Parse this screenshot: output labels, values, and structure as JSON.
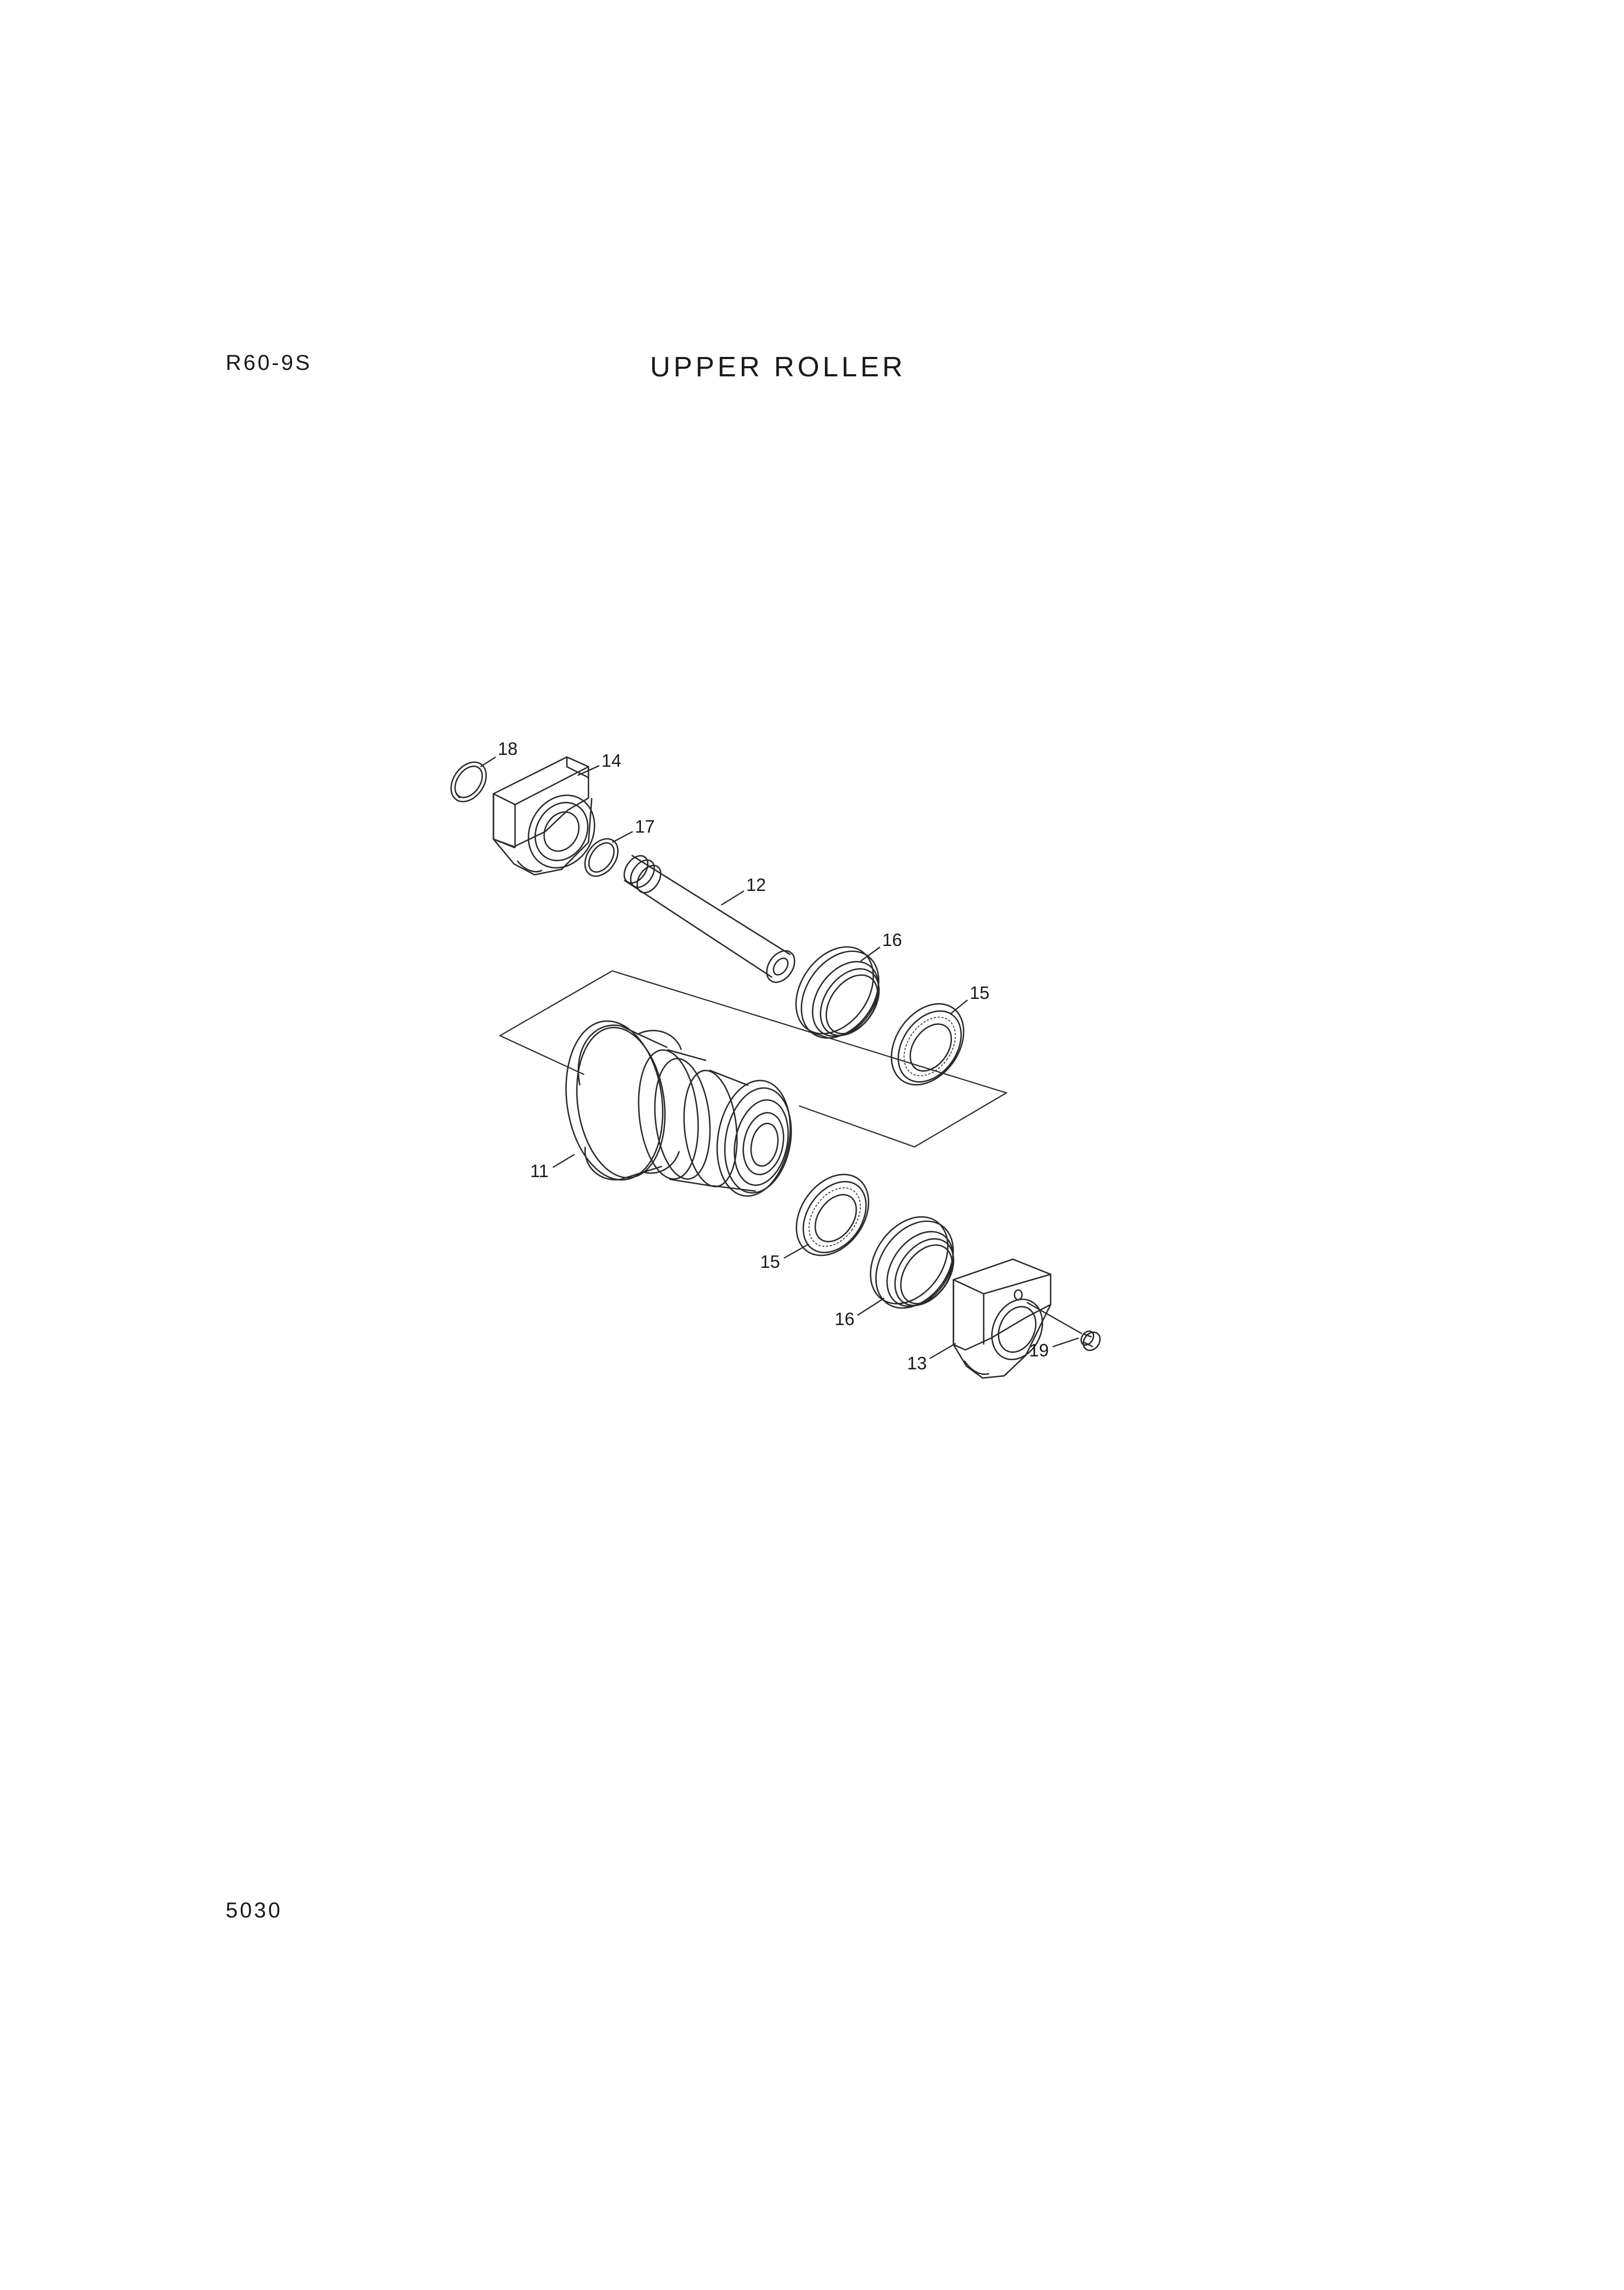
{
  "header": {
    "model": "R60-9S",
    "title": "UPPER ROLLER"
  },
  "footer": {
    "page_number": "5030"
  },
  "callouts": {
    "p11": "11",
    "p12": "12",
    "p13": "13",
    "p14": "14",
    "p15a": "15",
    "p15b": "15",
    "p16a": "16",
    "p16b": "16",
    "p17": "17",
    "p18": "18",
    "p19": "19"
  }
}
